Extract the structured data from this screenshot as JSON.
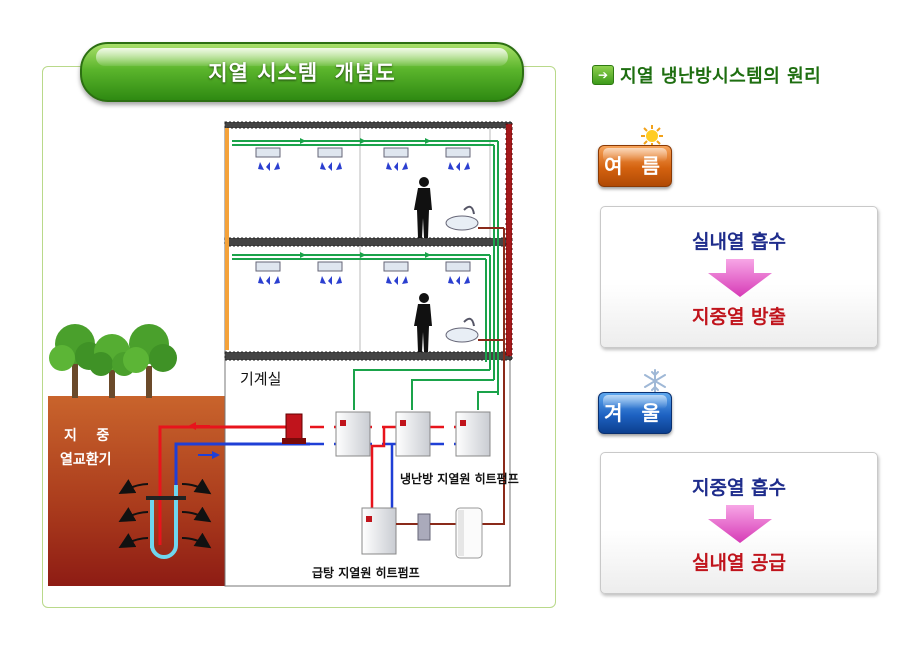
{
  "diagram": {
    "title": "지열 시스템  개념도",
    "labels": {
      "machine_room": "기계실",
      "ground_hx_line1": "지    중",
      "ground_hx_line2": "열교환기",
      "hvac_heatpump": "냉난방 지열원 히트펌프",
      "hotwater_heatpump": "급탕 지열원 히트펌프"
    },
    "colors": {
      "supply_pipe": "#e8141c",
      "return_pipe": "#1f3fd6",
      "ceiling_pipe": "#1aa34a",
      "soil": "#b7451f",
      "tree": "#4aa02c"
    }
  },
  "principle": {
    "header": "지열 냉난방시스템의 원리",
    "summer": {
      "label": "여 름",
      "icon": "sun-icon",
      "top": "실내열 흡수",
      "bottom": "지중열 방출"
    },
    "winter": {
      "label": "겨 울",
      "icon": "snowflake-icon",
      "top": "지중열 흡수",
      "bottom": "실내열 공급"
    }
  }
}
